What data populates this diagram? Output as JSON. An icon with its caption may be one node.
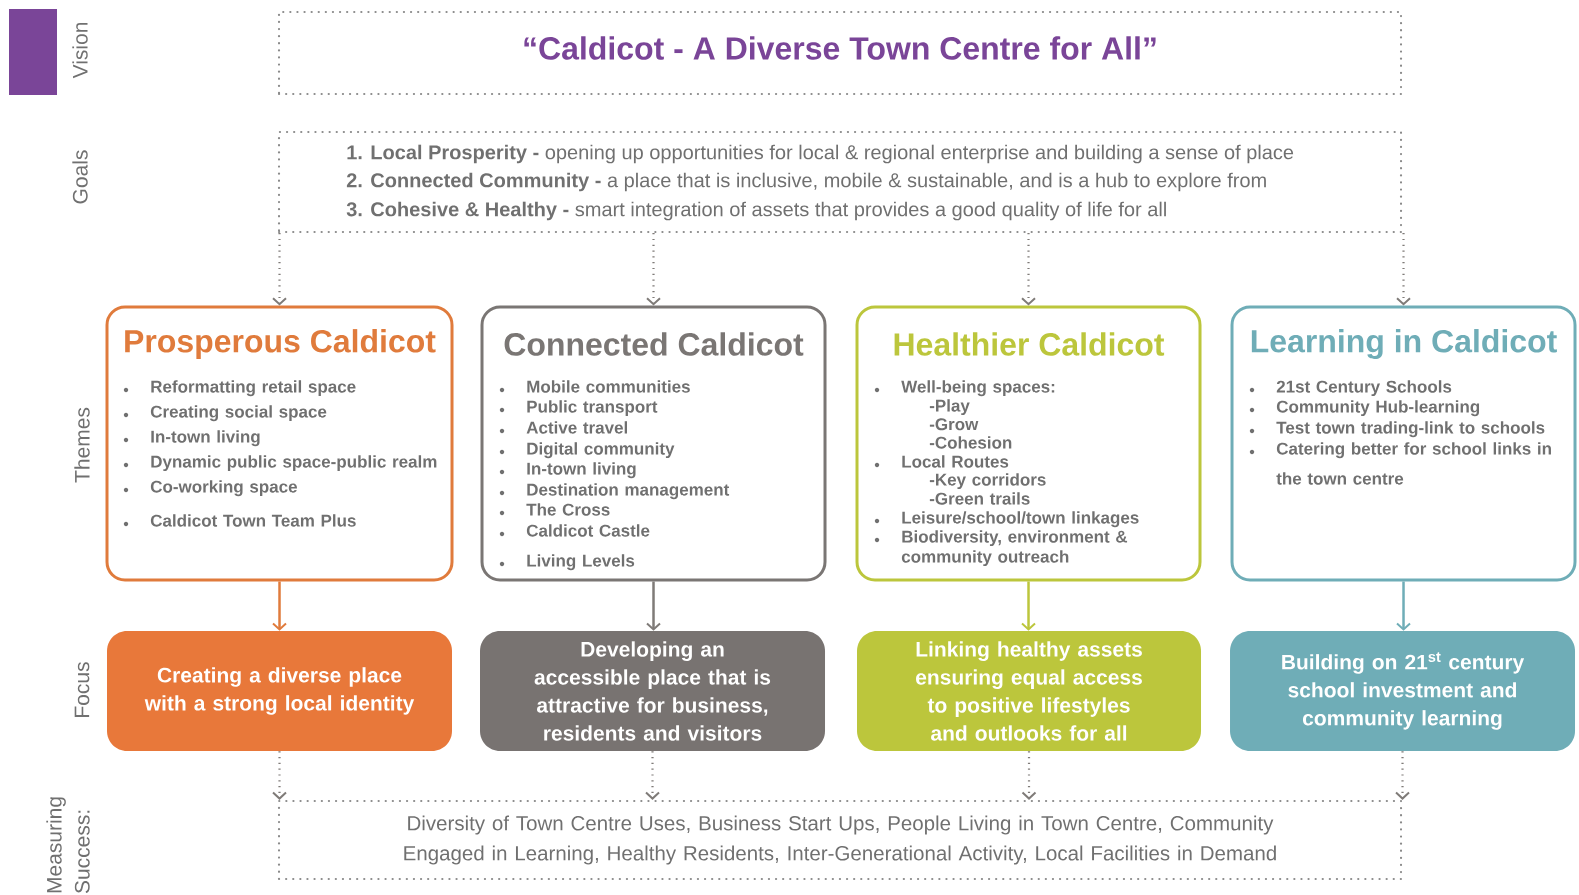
{
  "diagram": {
    "nodes": [
      {
        "text": [
          "“Caldicot - A Diverse Town Centre for All”"
        ]
      },
      {
        "text": [
          "**1. Local Prosperity -** opening up opportunities for local & regional enterprise and building a sense of place",
          "**2. Connected Community -** a place that is inclusive, mobile & sustainable, and is a hub to explore from",
          "**3. Cohesive & Healthy -** smart integration of assets that provides a good quality of life for all"
        ]
      },
      {
        "text": [
          "Prosperous Caldicot",
          "Reformatting retail space",
          "Creating social space",
          "In-town living",
          "Dynamic public space-public realm",
          "Co-working space",
          "Caldicot Town Team Plus"
        ]
      },
      {
        "text": [
          "Connected Caldicot",
          "Mobile communities",
          "Public transport",
          "Active travel",
          "Digital community",
          "In-town living",
          "Destination management",
          "The Cross",
          "Caldicot Castle",
          "Living Levels"
        ]
      },
      {
        "text": [
          "Healthier Caldicot",
          "Well-being spaces:",
          "-Play",
          "-Grow",
          "-Cohesion",
          "Local Routes",
          "-Key corridors",
          "-Green trails",
          "Leisure/school/town linkages",
          "Biodiversity, environment & community outreach"
        ]
      },
      {
        "text": [
          "Learning in Caldicot",
          "21st Century Schools",
          "Community Hub-learning",
          "Test town trading-link to schools",
          "Catering better for school links in the town centre"
        ]
      },
      {
        "text": [
          "Creating a diverse place with a strong local identity"
        ]
      },
      {
        "text": [
          "Developing an accessible place that is attractive for business, residents and visitors"
        ]
      },
      {
        "text": [
          "Linking healthy assets ensuring equal access to positive lifestyles and outlooks for all"
        ]
      },
      {
        "text": [
          "Building on 21$^{st}$ century school investment and community learning"
        ]
      },
      {
        "text": [
          "Diversity of Town Centre Uses, Business Start Ups, People Living in Town Centre, Community Engaged in Learning, Healthy Residents, Inter-Generational Activity, Local Facilities in Demand"
        ]
      },
      {
        "text": [],
        "shape": "box"
      }
    ],
    "edges": [
      {
        "from": 1,
        "to": 2,
        "arrow": "to",
        "style": "dashed"
      },
      {
        "from": 1,
        "to": 3,
        "arrow": "to",
        "style": "dashed"
      },
      {
        "from": 1,
        "to": 4,
        "arrow": "to",
        "style": "dashed"
      },
      {
        "from": 1,
        "to": 5,
        "arrow": "to",
        "style": "dashed"
      },
      {
        "from": 2,
        "to": 6,
        "arrow": "to",
        "color": "#e07b3c"
      },
      {
        "from": 3,
        "to": 7,
        "arrow": "to"
      },
      {
        "from": 4,
        "to": 8,
        "arrow": "to",
        "color": "#bcc63c"
      },
      {
        "from": 5,
        "to": 9,
        "arrow": "to",
        "color": "#6fadb7"
      },
      {
        "from": 6,
        "to": 10,
        "arrow": "to",
        "style": "dashed"
      },
      {
        "from": 7,
        "to": 10,
        "arrow": "to",
        "style": "dashed"
      },
      {
        "from": 8,
        "to": 10,
        "arrow": "to",
        "style": "dashed"
      },
      {
        "from": 9,
        "to": 10,
        "arrow": "to",
        "style": "dashed"
      }
    ],
    "labels": [
      "Vision",
      "Goals",
      "Themes",
      "Focus",
      "Measuring Success:"
    ]
  }
}
